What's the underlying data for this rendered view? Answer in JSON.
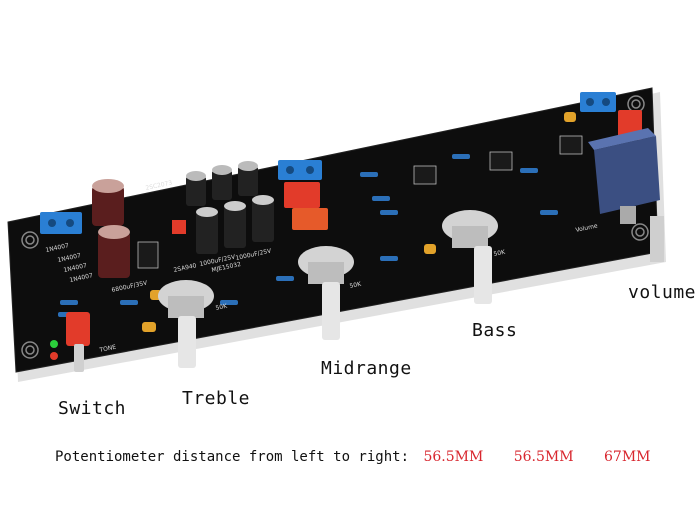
{
  "labels": {
    "switch": "Switch",
    "treble": "Treble",
    "midrange": "Midrange",
    "bass": "Bass",
    "volume": "volume"
  },
  "caption": {
    "text": "Potentiometer distance from left to right:",
    "distances": [
      "56.5MM",
      "56.5MM",
      "67MM"
    ]
  },
  "board": {
    "silkscreen": {
      "tone": "TONE",
      "volume": "Volume",
      "pot_codes": [
        "50K",
        "50K",
        "50K"
      ],
      "transistors": [
        "MJE15032",
        "2SA940",
        "2SC2073"
      ],
      "caps": [
        "6800uF/35V",
        "1000uF/25V",
        "1000uF/25V"
      ],
      "diodes": [
        "1N4007",
        "1N4007",
        "1N4007",
        "1N4007"
      ]
    }
  },
  "colors": {
    "board": "#0d0d0d",
    "terminal": "#2a7fd4",
    "relay": "#e23b2a",
    "label_text": "#111111",
    "distance_text": "#d8262e"
  }
}
